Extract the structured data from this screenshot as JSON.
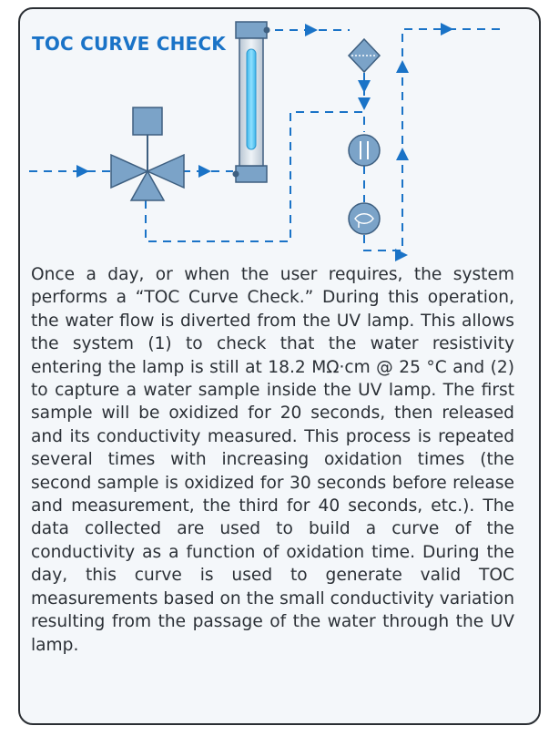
{
  "title": "TOC CURVE CHECK",
  "colors": {
    "accent": "#1a73c7",
    "flow_line": "#1a73c7",
    "component_fill": "#7ba3c8",
    "lamp_glow": "#56c6f0",
    "border": "#2a2e33",
    "background": "#f4f7fa"
  },
  "diagram": {
    "components": [
      "three-way-valve",
      "uv-lamp-reactor",
      "filter",
      "conductivity-cell",
      "pump"
    ],
    "icons": [
      "valve-actuator-icon",
      "diamond-filter-icon",
      "double-bar-cell-icon",
      "fish-pump-icon"
    ]
  },
  "body_text": "Once a day, or when the user requires, the system performs a “TOC Curve Check.” During this operation, the water flow is diverted from the UV lamp. This allows the system (1) to check that the water resistivity entering the lamp is still at 18.2 MΩ·cm @ 25 °C and (2) to capture a water sample inside the UV lamp. The first sample will be oxidized for 20 seconds, then released and its conductivity measured. This process is repeated several times with increasing oxidation times (the second sample is oxidized for 30 seconds before release and measurement, the third for 40 seconds, etc.). The data collected are used to build a curve of the conductivity as a function of oxidation time. During the day, this curve is used to generate valid TOC measurements based on the small conductivity variation resulting from the passage of the water through the UV lamp."
}
